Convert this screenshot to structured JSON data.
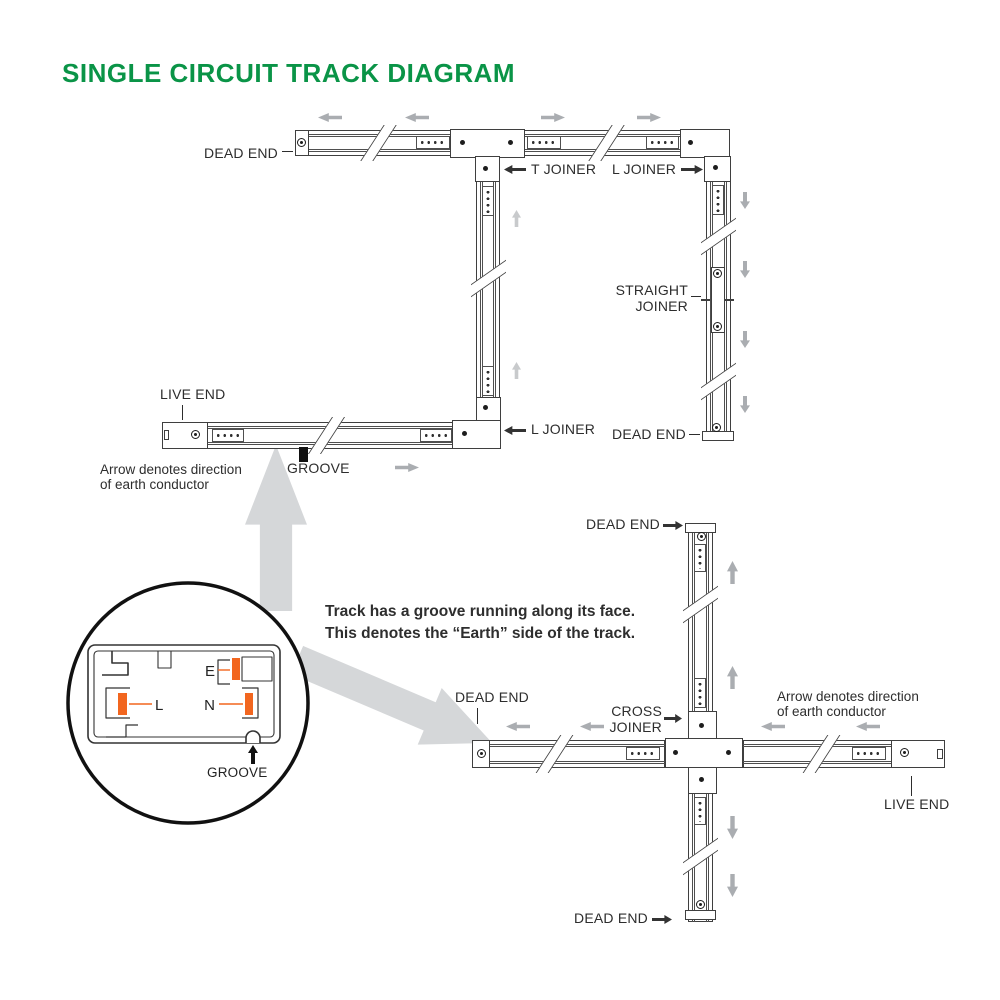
{
  "title": "SINGLE CIRCUIT TRACK DIAGRAM",
  "top_diagram": {
    "dead_end_top": "DEAD END",
    "t_joiner": "T JOINER",
    "l_joiner_top": "L JOINER",
    "straight_joiner_1": "STRAIGHT",
    "straight_joiner_2": "JOINER",
    "dead_end_right": "DEAD END",
    "l_joiner_bottom": "L JOINER",
    "live_end": "LIVE END",
    "groove": "GROOVE",
    "earth_note_1": "Arrow denotes direction",
    "earth_note_2": "of earth conductor"
  },
  "inset": {
    "conductor_e": "E",
    "conductor_l": "L",
    "conductor_n": "N",
    "groove": "GROOVE"
  },
  "face_note": {
    "line1": "Track has a groove running along its face.",
    "line2": "This denotes the “Earth” side of the track."
  },
  "cross_diagram": {
    "dead_end_top": "DEAD END",
    "dead_end_left": "DEAD END",
    "cross_joiner_1": "CROSS",
    "cross_joiner_2": "JOINER",
    "earth_note_1": "Arrow denotes direction",
    "earth_note_2": "of earth conductor",
    "live_end": "LIVE END",
    "dead_end_bottom": "DEAD END"
  },
  "colors": {
    "title_green": "#0a9447",
    "conductor_orange": "#f2661f",
    "direction_arrow_gray": "#aaadb1",
    "big_arrow_gray": "#d5d7d9",
    "line_color": "#3f3f3f"
  }
}
